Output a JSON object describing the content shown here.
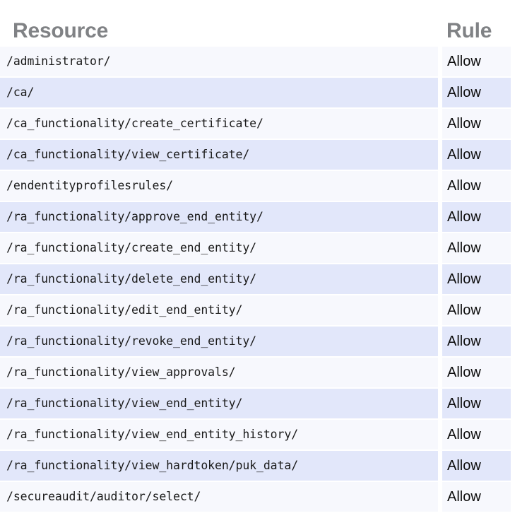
{
  "table": {
    "columns": {
      "resource": "Resource",
      "rule": "Rule"
    },
    "colors": {
      "header_text": "#808285",
      "row_odd_bg": "#f7f8fd",
      "row_even_bg": "#e2e7fa",
      "cell_text": "#1a1a1a",
      "page_bg": "#ffffff"
    },
    "row_count": 15,
    "rows": [
      {
        "resource": "/administrator/",
        "rule": "Allow"
      },
      {
        "resource": "/ca/",
        "rule": "Allow"
      },
      {
        "resource": "/ca_functionality/create_certificate/",
        "rule": "Allow"
      },
      {
        "resource": "/ca_functionality/view_certificate/",
        "rule": "Allow"
      },
      {
        "resource": "/endentityprofilesrules/",
        "rule": "Allow"
      },
      {
        "resource": "/ra_functionality/approve_end_entity/",
        "rule": "Allow"
      },
      {
        "resource": "/ra_functionality/create_end_entity/",
        "rule": "Allow"
      },
      {
        "resource": "/ra_functionality/delete_end_entity/",
        "rule": "Allow"
      },
      {
        "resource": "/ra_functionality/edit_end_entity/",
        "rule": "Allow"
      },
      {
        "resource": "/ra_functionality/revoke_end_entity/",
        "rule": "Allow"
      },
      {
        "resource": "/ra_functionality/view_approvals/",
        "rule": "Allow"
      },
      {
        "resource": "/ra_functionality/view_end_entity/",
        "rule": "Allow"
      },
      {
        "resource": "/ra_functionality/view_end_entity_history/",
        "rule": "Allow"
      },
      {
        "resource": "/ra_functionality/view_hardtoken/puk_data/",
        "rule": "Allow"
      },
      {
        "resource": "/secureaudit/auditor/select/",
        "rule": "Allow"
      }
    ]
  }
}
